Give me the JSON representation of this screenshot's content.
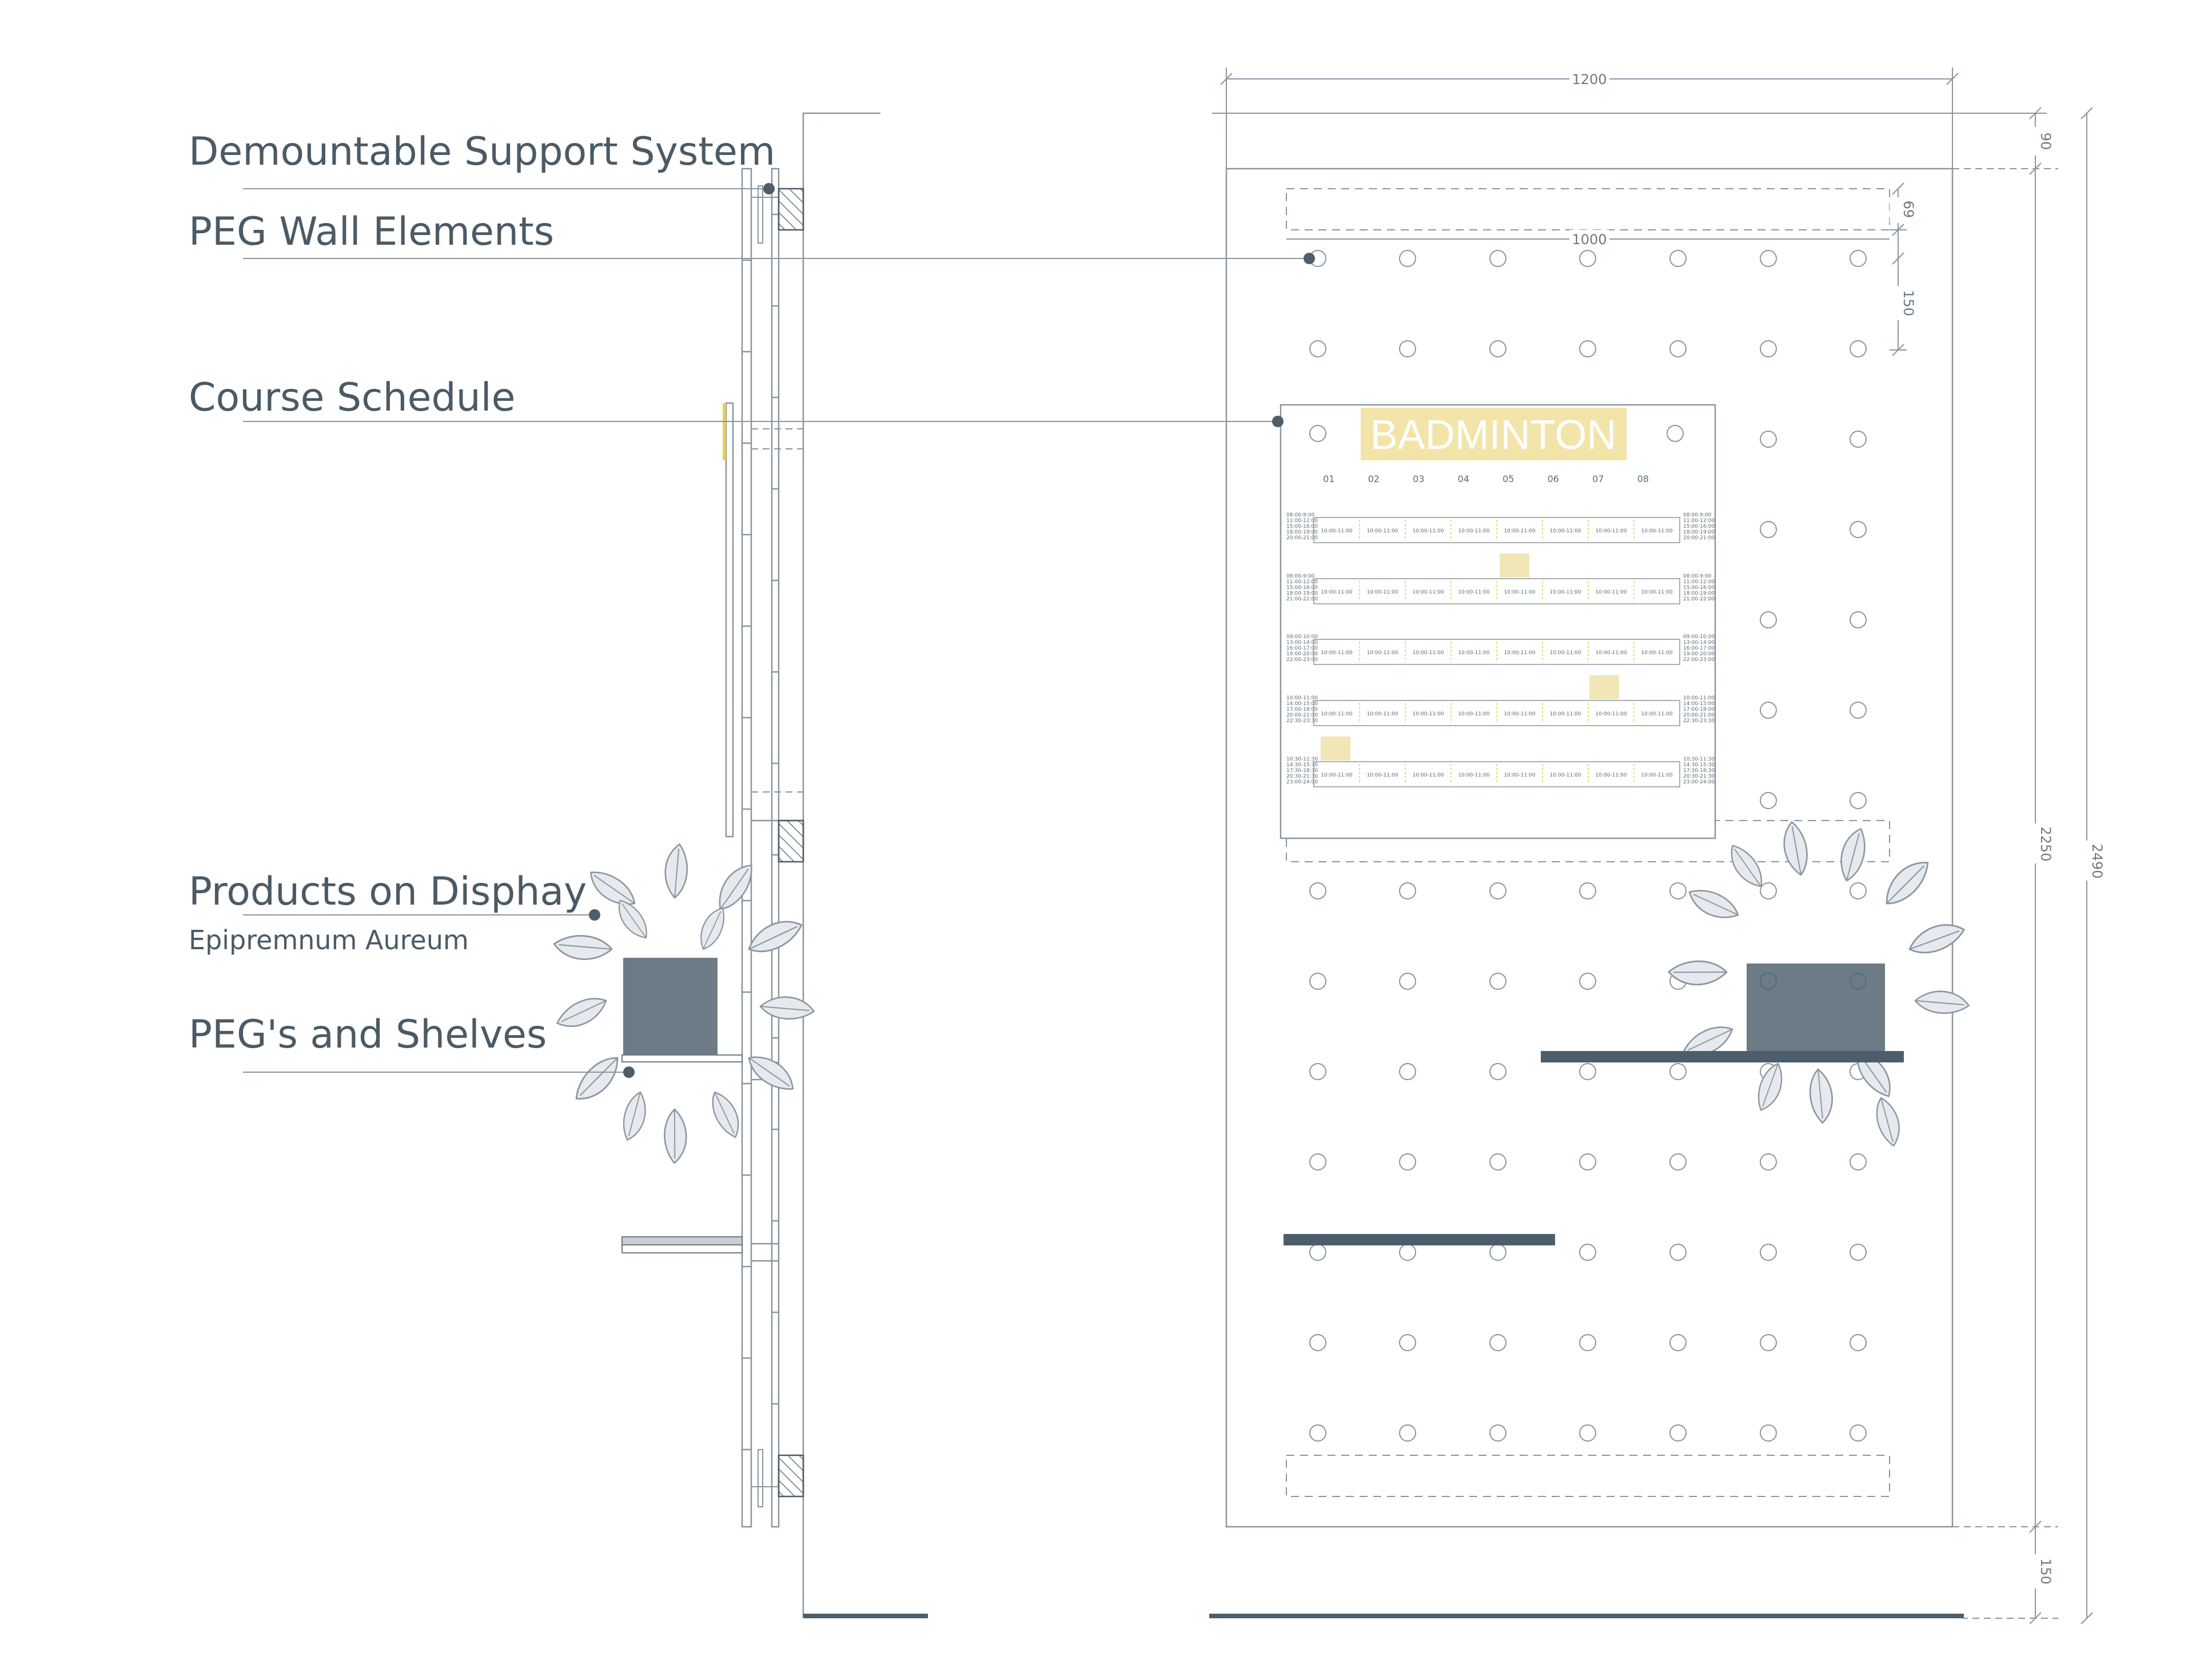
{
  "labels": {
    "support": "Demountable Support System",
    "peg": "PEG Wall Elements",
    "schedule": "Course Schedule",
    "products": "Products on Disphay",
    "products_sub": "Epipremnum Aureum",
    "shelves": "PEG's and Shelves"
  },
  "dimensions": {
    "width_total": "1200",
    "width_inner": "1000",
    "top_offset": "90",
    "first_row": "69",
    "peg_spacing": "150",
    "height_inner": "2250",
    "height_total": "2490",
    "bottom_offset": "150"
  },
  "schedule": {
    "title": "BADMINTON",
    "columns": [
      "01",
      "02",
      "03",
      "04",
      "05",
      "06",
      "07",
      "08"
    ],
    "slot": "10:00-11:00",
    "row_times": [
      [
        "08:00-9:00",
        "11:00-12:00",
        "15:00-16:00",
        "18:00-19:00",
        "20:00-21:00"
      ],
      [
        "08:00-9:00",
        "11:00-12:00",
        "15:00-16:00",
        "18:00-19:00",
        "21:00-22:00"
      ],
      [
        "09:00-10:00",
        "13:00-14:00",
        "16:00-17:00",
        "19:00-20:00",
        "22:00-23:00"
      ],
      [
        "10:00-11:00",
        "14:00-15:00",
        "17:00-18:00",
        "20:00-21:00",
        "22:30-23:30"
      ],
      [
        "10:30-11:30",
        "14:30-15:30",
        "17:30-18:30",
        "20:30-21:30",
        "23:00-24:00"
      ]
    ]
  },
  "colors": {
    "ink": "#4a5a66",
    "line": "#8a969e",
    "accent": "#f3e4a9",
    "highlight": "#f1e6b5",
    "shelf": "#4c5e6b",
    "yellow_bar": "#e8cf50"
  }
}
